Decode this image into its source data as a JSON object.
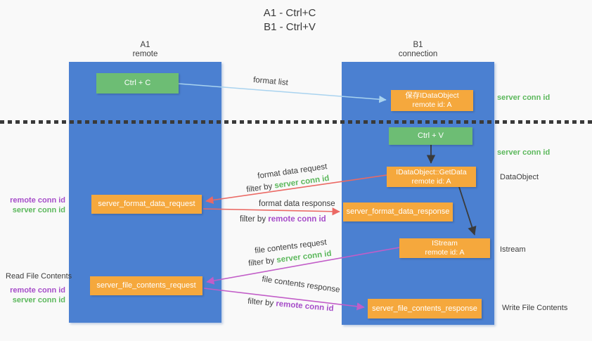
{
  "title": {
    "line1": "A1 - Ctrl+C",
    "line2": "B1 - Ctrl+V"
  },
  "lanes": {
    "left": {
      "line1": "A1",
      "line2": "remote"
    },
    "right": {
      "line1": "B1",
      "line2": "connection"
    }
  },
  "nodes": {
    "ctrl_c": "Ctrl + C",
    "ctrl_v": "Ctrl + V",
    "save_dataobject": {
      "line1": "保存IDataObject",
      "line2": "remote id: A"
    },
    "getdata": {
      "line1": "IDataObject::GetData",
      "line2": "remote id: A"
    },
    "format_request": "server_format_data_request",
    "format_response": "server_format_data_response",
    "istream": {
      "line1": "IStream",
      "line2": "remote id: A"
    },
    "file_request": "server_file_contents_request",
    "file_response": "server_file_contents_response"
  },
  "edge_labels": {
    "format_list": "format list",
    "format_data_request": "format data request",
    "filter_server_1": {
      "prefix": "filter by ",
      "highlight": "server conn id"
    },
    "format_data_response": "format data response",
    "filter_remote_1": {
      "prefix": "filter by ",
      "highlight": "remote conn id"
    },
    "file_contents_request": "file contents request",
    "filter_server_2": {
      "prefix": "filter by ",
      "highlight": "server conn id"
    },
    "file_contents_response": "file contents response",
    "filter_remote_2": {
      "prefix": "filter by ",
      "highlight": "remote conn id"
    }
  },
  "side_labels": {
    "server_conn_right_top": "server conn id",
    "server_conn_right_mid": "server conn id",
    "dataobject": "DataObject",
    "istream": "Istream",
    "write_file_contents": "Write File Contents",
    "remote_conn_left_1": "remote conn id",
    "server_conn_left_1": "server conn id",
    "read_file_contents": "Read File Contents",
    "remote_conn_left_2": "remote conn id",
    "server_conn_left_2": "server conn id"
  },
  "colors": {
    "lane_blue": "#4b80d1",
    "node_green": "#6dbd74",
    "node_orange": "#f5a83d",
    "label_green": "#5cb85c",
    "label_purple": "#a64dc9",
    "arrow_light_blue": "#a9d3ef",
    "arrow_salmon": "#eb6964",
    "arrow_magenta": "#c25dc8",
    "arrow_black": "#3a3a3a",
    "background": "#f9f9f9"
  }
}
